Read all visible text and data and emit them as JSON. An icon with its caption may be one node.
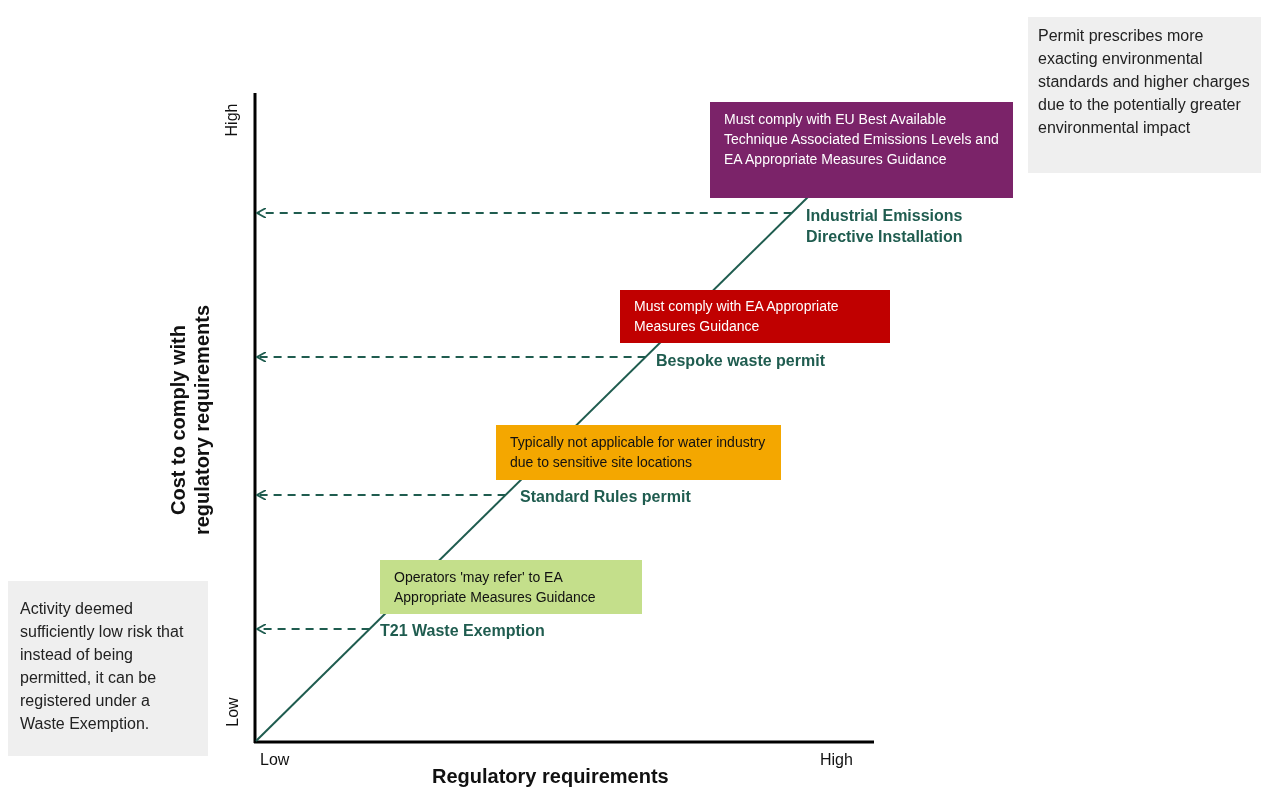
{
  "diagram": {
    "nodes": [
      {
        "text": [
          "Permit prescribes more exacting environmental standards and higher charges due to the potentially greater environmental impact"
        ]
      },
      {
        "text": [
          "Must comply with EU Best Available Technique Associated Emissions Levels and EA Appropriate Measures Guidance"
        ]
      },
      {
        "text": [
          "Industrial Emissions Directive Installation"
        ]
      },
      {
        "text": [
          "Must comply with EA Appropriate Measures Guidance"
        ]
      },
      {
        "text": [
          "Bespoke waste permit"
        ]
      },
      {
        "text": [
          "Typically not applicable for water industry due to sensitive site locations"
        ]
      },
      {
        "text": [
          "Standard Rules permit"
        ]
      },
      {
        "text": [
          "Operators 'may refer' to EA Appropriate Measures Guidance"
        ]
      },
      {
        "text": [
          "T21 Waste Exemption"
        ]
      },
      {
        "text": [
          "Activity deemed sufficiently low risk that instead of being permitted, it can be registered under a Waste Exemption."
        ]
      }
    ],
    "edges": [
      {
        "from": 2,
        "to": null,
        "arrow": "to",
        "style": "dashed"
      },
      {
        "from": 4,
        "to": null,
        "arrow": "to",
        "style": "dashed"
      },
      {
        "from": 6,
        "to": null,
        "arrow": "to",
        "style": "dashed"
      },
      {
        "from": 8,
        "to": null,
        "arrow": "to",
        "style": "dashed"
      }
    ],
    "labels": [
      "High",
      "Low",
      "Cost to comply with regulatory requirements",
      "Low",
      "High",
      "Regulatory requirements"
    ]
  }
}
